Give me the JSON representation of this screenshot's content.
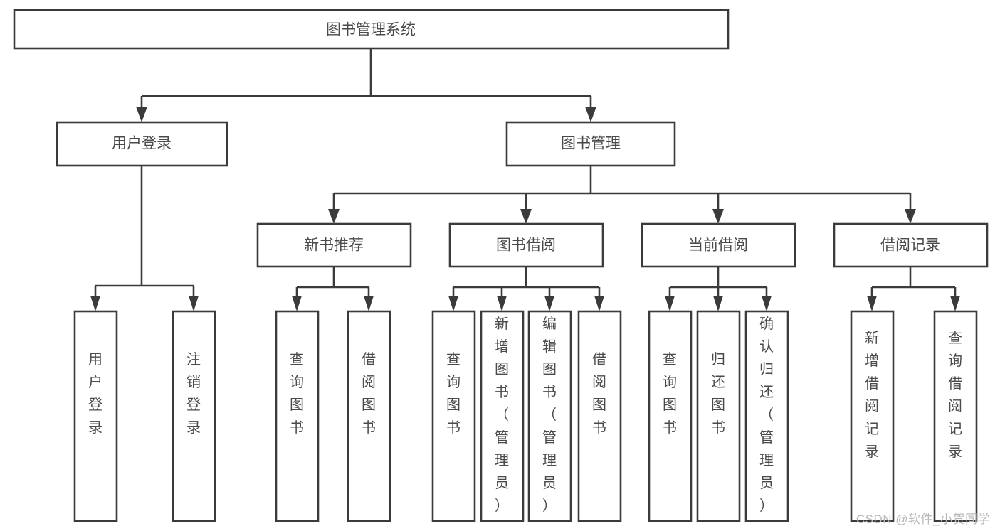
{
  "diagram": {
    "title": "图书管理系统",
    "type": "tree",
    "orientation": "top-down",
    "colors": {
      "background": "#ffffff",
      "box_border": "#3b3b3b",
      "box_fill": "#ffffff",
      "connector": "#3b3b3b",
      "label_text": "#4a4a4a",
      "watermark": "#b9b9b9"
    },
    "levels": {
      "root": {
        "label": "图书管理系统"
      },
      "level2": [
        {
          "id": "user-login",
          "label": "用户登录"
        },
        {
          "id": "book-management",
          "label": "图书管理"
        }
      ],
      "level3": [
        {
          "id": "new-book-recommend",
          "label": "新书推荐",
          "parent": "book-management"
        },
        {
          "id": "book-borrow",
          "label": "图书借阅",
          "parent": "book-management"
        },
        {
          "id": "current-borrow",
          "label": "当前借阅",
          "parent": "book-management"
        },
        {
          "id": "borrow-record",
          "label": "借阅记录",
          "parent": "book-management"
        }
      ],
      "leaves": [
        {
          "id": "leaf-user-login",
          "label": "用户登录",
          "parent": "user-login"
        },
        {
          "id": "leaf-logout",
          "label": "注销登录",
          "parent": "user-login"
        },
        {
          "id": "leaf-query-books-1",
          "label": "查询图书",
          "parent": "new-book-recommend"
        },
        {
          "id": "leaf-borrow-books-1",
          "label": "借阅图书",
          "parent": "new-book-recommend"
        },
        {
          "id": "leaf-query-books-2",
          "label": "查询图书",
          "parent": "book-borrow"
        },
        {
          "id": "leaf-add-book",
          "label": "新增图书（管理员）",
          "parent": "book-borrow"
        },
        {
          "id": "leaf-edit-book",
          "label": "编辑图书（管理员）",
          "parent": "book-borrow"
        },
        {
          "id": "leaf-borrow-books-2",
          "label": "借阅图书",
          "parent": "book-borrow"
        },
        {
          "id": "leaf-query-books-3",
          "label": "查询图书",
          "parent": "current-borrow"
        },
        {
          "id": "leaf-return-book",
          "label": "归还图书",
          "parent": "current-borrow"
        },
        {
          "id": "leaf-confirm-return",
          "label": "确认归还（管理员）",
          "parent": "current-borrow"
        },
        {
          "id": "leaf-add-record",
          "label": "新增借阅记录",
          "parent": "borrow-record"
        },
        {
          "id": "leaf-query-record",
          "label": "查询借阅记录",
          "parent": "borrow-record"
        }
      ]
    }
  },
  "watermark": {
    "text": "CSDN @软件_小贺同学"
  }
}
